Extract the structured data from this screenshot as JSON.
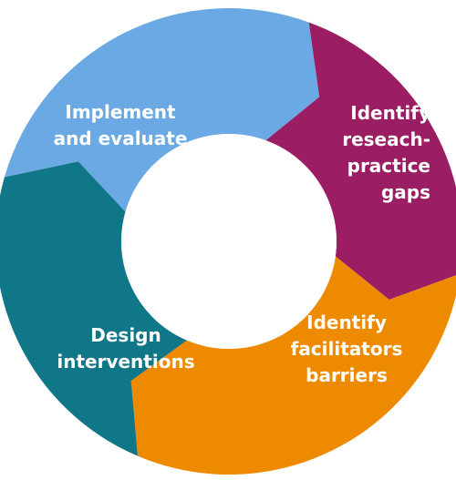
{
  "diagram": {
    "steps": [
      {
        "id": "identify-gaps",
        "lines": [
          "Identify",
          "reseach-",
          "practice",
          "gaps"
        ],
        "color": "#9b1d63"
      },
      {
        "id": "identify-barriers",
        "lines": [
          "Identify",
          "facilitators",
          "barriers"
        ],
        "color": "#ed8a00"
      },
      {
        "id": "design-interventions",
        "lines": [
          "Design",
          "interventions"
        ],
        "color": "#107788"
      },
      {
        "id": "implement-evaluate",
        "lines": [
          "Implement",
          "and evaluate"
        ],
        "color": "#6aa9e3"
      }
    ],
    "center_color": "#ffffff"
  }
}
